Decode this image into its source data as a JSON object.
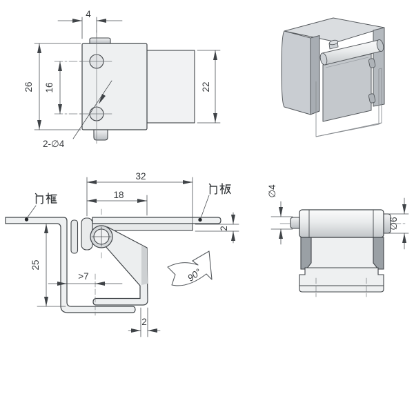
{
  "drawing": {
    "type": "engineering-drawing-hinge",
    "front_view": {
      "d_offset": "4",
      "d_height": "26",
      "d_hole_spacing": "16",
      "d_side_height": "22",
      "hole_callout": "2-∅4"
    },
    "side_view": {
      "label_door_frame": "门框",
      "label_door_panel": "门板",
      "d_leaf_length": "32",
      "d_pivot_offset": "18",
      "d_depth": "25",
      "d_min_clearance": ">7",
      "d_hook_width": "2",
      "d_plate_thickness": "2",
      "d_rotation_angle": "90°"
    },
    "end_view": {
      "d_pin_diameter": "∅4",
      "d_knuckle_diameter": "∅6"
    },
    "colors": {
      "line": "#3f4347",
      "dimension_line": "#4a4e52",
      "fill_light": "#eef0f1",
      "fill_mid": "#c9cdd2",
      "fill_dark": "#9aa0a5",
      "background": "#ffffff"
    }
  }
}
